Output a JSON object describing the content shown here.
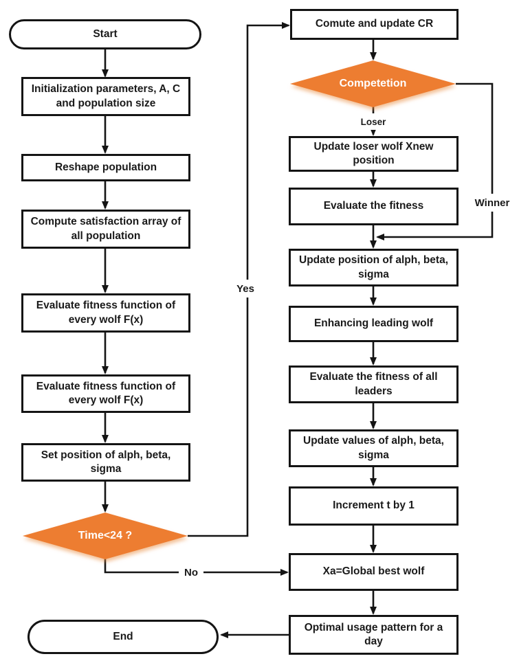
{
  "figure": {
    "type": "flowchart"
  },
  "colors": {
    "accent_orange": "#ED7D31",
    "line": "#141414",
    "diamond_text": "#ffffff",
    "background": "#ffffff"
  },
  "nodes": {
    "start": "Start",
    "init": "Initialization parameters, A, C and population size",
    "reshape": "Reshape population",
    "satisfaction": "Compute satisfaction array of all population",
    "fitness1": "Evaluate fitness function of every wolf F(x)",
    "fitness2": "Evaluate fitness function of every wolf F(x)",
    "set_position": "Set position of alph, beta, sigma",
    "time_decision": "Time<24 ?",
    "end": "End",
    "compute_cr": "Comute and update CR",
    "competition_decision": "Competetion",
    "update_loser": "Update loser wolf Xnew position",
    "evaluate_fitness": "Evaluate the fitness",
    "update_position": "Update position of alph, beta, sigma",
    "enhancing": "Enhancing leading wolf",
    "evaluate_leaders": "Evaluate the fitness of all leaders",
    "update_values": "Update values of alph, beta, sigma",
    "increment": "Increment t by 1",
    "global_best": "Xa=Global best wolf",
    "optimal": "Optimal usage pattern for a day"
  },
  "edge_labels": {
    "yes": "Yes",
    "no": "No",
    "loser": "Loser",
    "winner": "Winner"
  }
}
